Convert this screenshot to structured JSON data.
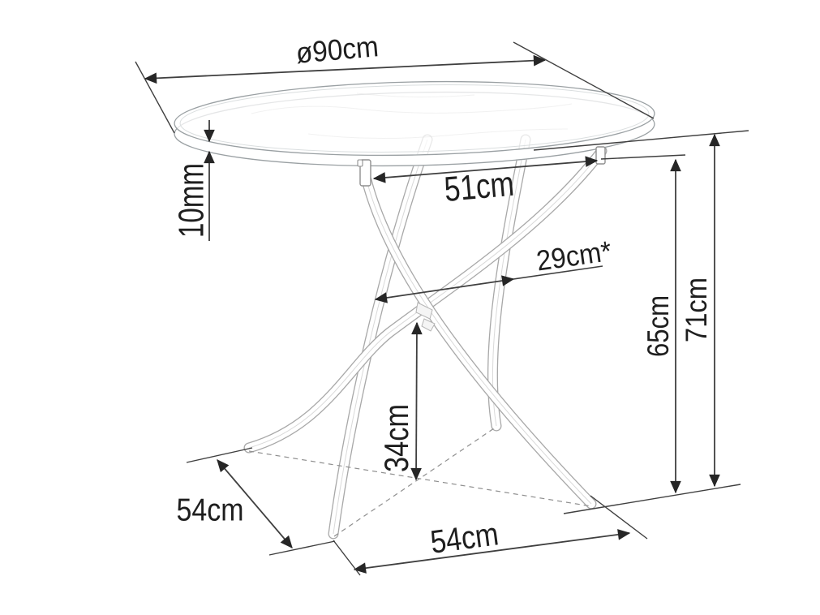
{
  "diagram": {
    "type": "furniture-dimension-diagram",
    "subject": "round glass dining table with crossed metal legs",
    "labels": {
      "diameter": "ø90cm",
      "glass_thickness": "10mm",
      "leg_top_span": "51cm",
      "leg_mid_span": "29cm*",
      "underside_height": "65cm",
      "total_height": "71cm",
      "cross_height": "34cm",
      "foot_depth": "54cm",
      "foot_width": "54cm"
    },
    "colors": {
      "background": "#ffffff",
      "dimension_line": "#3f3f3f",
      "extension_line": "#4a4a4a",
      "table_outline": "#9aa0a3",
      "leg_outline": "#ababab",
      "dashed_floor": "#8f8f8f",
      "label_text": "#1e1e1e"
    }
  }
}
